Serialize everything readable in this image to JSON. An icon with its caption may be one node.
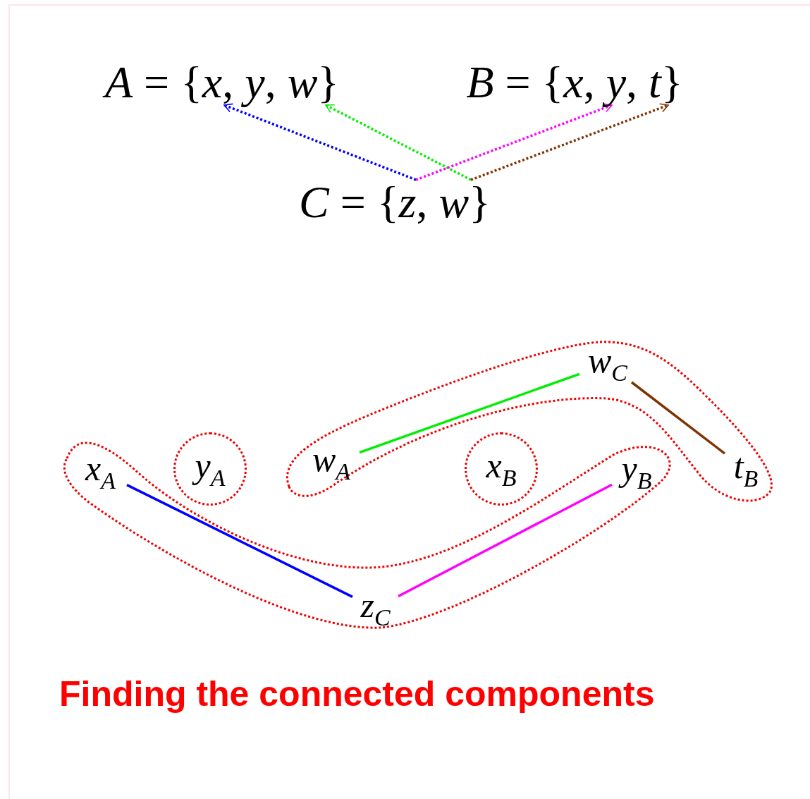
{
  "diagram": {
    "caption": "Finding the connected components",
    "nodes": [
      {
        "text": [
          "*A* = {*x*, *y*, *w*}"
        ]
      },
      {
        "text": [
          "*B* = {*x*, *y*, *t*}"
        ]
      },
      {
        "text": [
          "*C* = {*z*, *w*}"
        ]
      },
      {
        "text": [
          "x$_{A}$"
        ]
      },
      {
        "text": [
          "y$_{A}$"
        ]
      },
      {
        "text": [
          "w$_{A}$"
        ]
      },
      {
        "text": [
          "x$_{B}$"
        ]
      },
      {
        "text": [
          "y$_{B}$"
        ]
      },
      {
        "text": [
          "w$_{C}$"
        ]
      },
      {
        "text": [
          "t$_{B}$"
        ]
      },
      {
        "text": [
          "z$_{C}$"
        ]
      }
    ],
    "edges": [
      {
        "from": 2,
        "to": 0,
        "arrow": "to",
        "style": "dashed",
        "color": "#0000ff"
      },
      {
        "from": 2,
        "to": 0,
        "arrow": "to",
        "style": "dashed",
        "color": "#00ee00"
      },
      {
        "from": 2,
        "to": 1,
        "arrow": "to",
        "style": "dashed",
        "color": "#ff00ff"
      },
      {
        "from": 2,
        "to": 1,
        "arrow": "to",
        "style": "dashed",
        "color": "#7f3300"
      },
      {
        "from": 3,
        "to": 10,
        "arrow": "none",
        "color": "#0000ff"
      },
      {
        "from": 10,
        "to": 7,
        "arrow": "none",
        "color": "#ff00ff"
      },
      {
        "from": 5,
        "to": 8,
        "arrow": "none",
        "color": "#00ee00"
      },
      {
        "from": 8,
        "to": 9,
        "arrow": "none",
        "color": "#7f3300"
      }
    ]
  }
}
